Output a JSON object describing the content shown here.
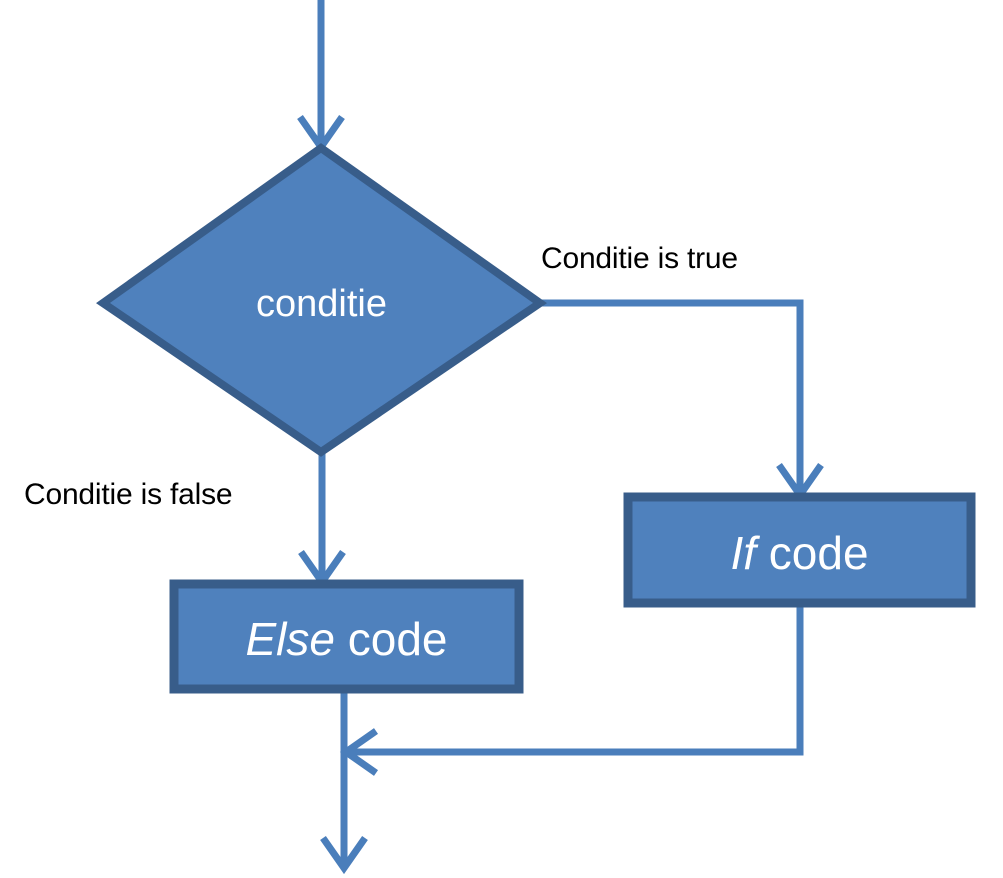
{
  "diagram": {
    "type": "flowchart",
    "title": "If-else conditional flowchart",
    "colors": {
      "node_fill": "#4F81BD",
      "node_border": "#385D8A",
      "connector": "#4A7EBB",
      "node_text": "#FFFFFF",
      "label_text": "#000000",
      "background": "#FFFFFF"
    },
    "nodes": [
      {
        "id": "conditie",
        "shape": "diamond",
        "label": "conditie",
        "label_keyword": "",
        "label_rest": "conditie"
      },
      {
        "id": "if-code",
        "shape": "rectangle",
        "label": "If code",
        "label_keyword": "If",
        "label_rest": " code"
      },
      {
        "id": "else-code",
        "shape": "rectangle",
        "label": "Else code",
        "label_keyword": "Else",
        "label_rest": " code"
      }
    ],
    "edges": [
      {
        "id": "entry",
        "from": "",
        "to": "conditie",
        "label": ""
      },
      {
        "id": "true-branch",
        "from": "conditie",
        "to": "if-code",
        "label": "Conditie is true"
      },
      {
        "id": "false-branch",
        "from": "conditie",
        "to": "else-code",
        "label": "Conditie is false"
      },
      {
        "id": "if-merge",
        "from": "if-code",
        "to": "merge",
        "label": ""
      },
      {
        "id": "exit",
        "from": "else-code",
        "to": "",
        "label": ""
      }
    ]
  }
}
